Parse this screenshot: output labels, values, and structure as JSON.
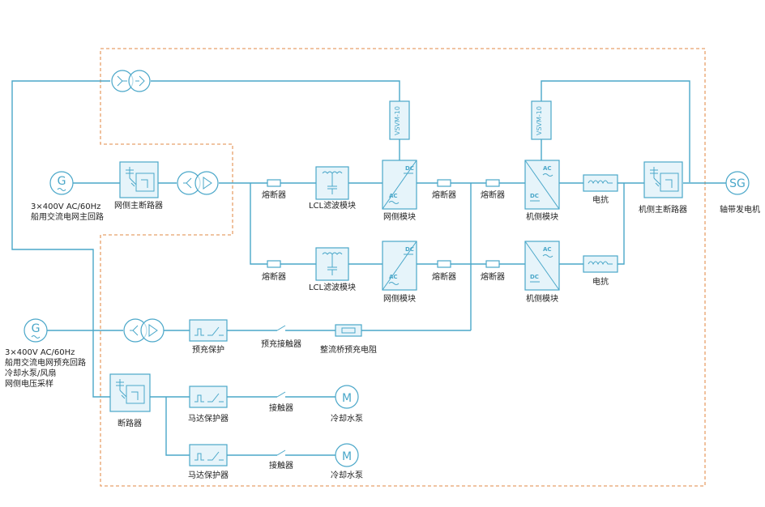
{
  "labels": {
    "grid_main_source": [
      "3×400V AC/60Hz",
      "船用交流电网主回路"
    ],
    "grid_main_breaker": "网侧主断路器",
    "fuse": "熔断器",
    "lcl_filter": "LCL滤波模块",
    "grid_module": "网侧模块",
    "machine_module": "机侧模块",
    "reactor": "电抗",
    "machine_main_breaker": "机侧主断路器",
    "shaft_generator": "轴带发电机",
    "precharge_source": [
      "3×400V AC/60Hz",
      "船用交流电网预充回路",
      "冷却水泵/风扇",
      "网侧电压采样"
    ],
    "precharge_protect": "预充保护",
    "precharge_contactor": "预充接触器",
    "rectifier_resistor": "整流桥预充电阻",
    "breaker": "断路器",
    "motor_protect": "马达保护器",
    "contactor": "接触器",
    "cooling_pump": "冷却水泵"
  },
  "symbols": {
    "generator_g": "G",
    "generator_sg": "SG",
    "motor_m": "M",
    "vsvm": "VSVM-10",
    "dc": "DC",
    "ac": "AC"
  },
  "colors": {
    "line": "#4aa7c9",
    "box_fill": "#e6f4fa",
    "boundary_dashed": "#e8a06a",
    "text": "#222222"
  },
  "icons": [
    "generator-icon",
    "transformer-icon",
    "breaker-icon",
    "fuse-icon",
    "filter-icon",
    "converter-icon",
    "reactor-icon",
    "contactor-icon",
    "motor-icon",
    "vsvm-icon"
  ]
}
